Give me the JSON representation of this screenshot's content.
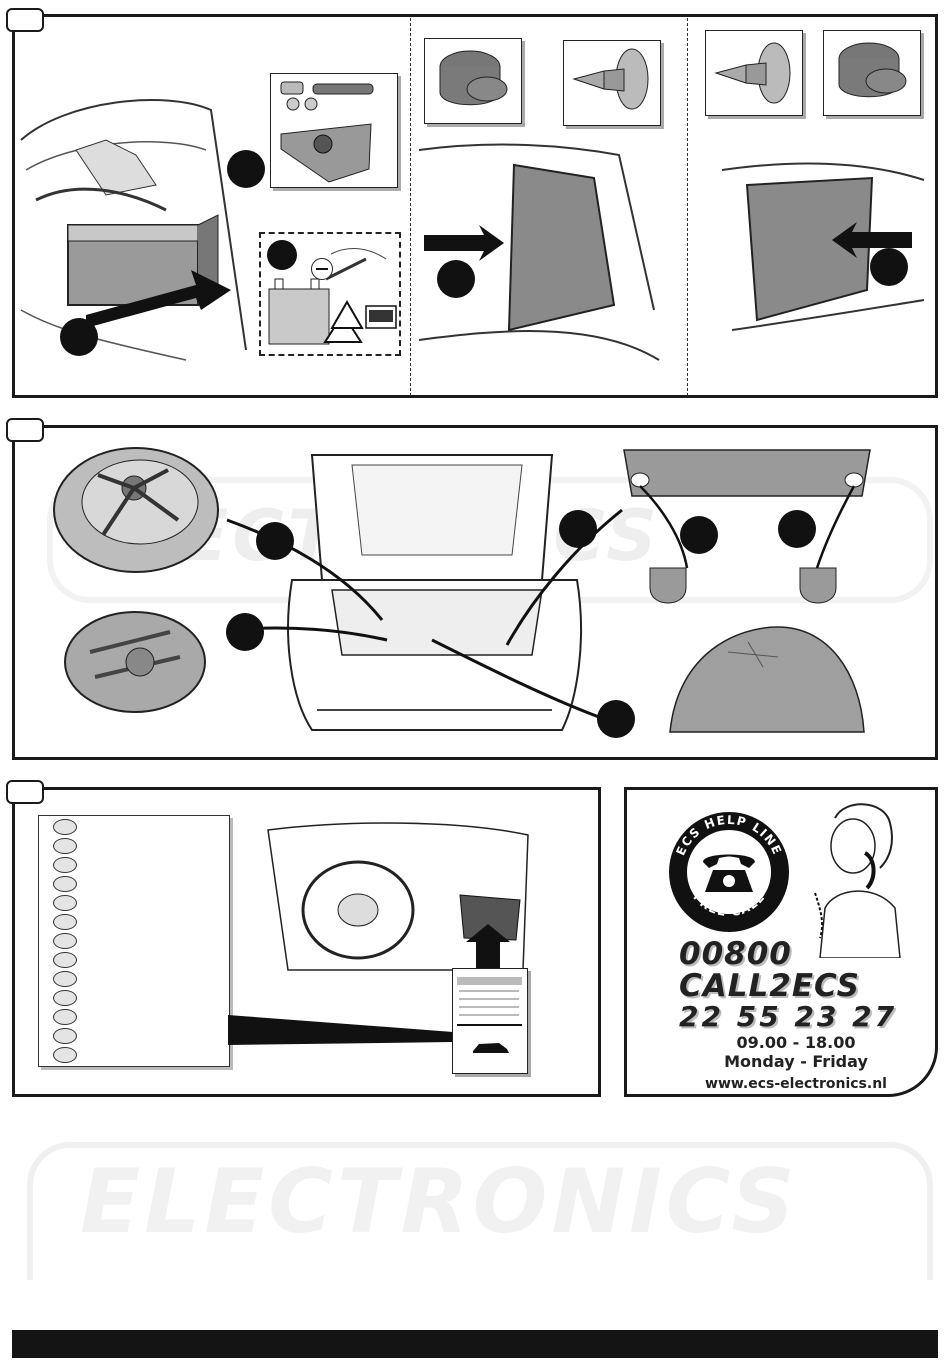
{
  "watermark": {
    "brand_word": "ELECTRONICS"
  },
  "helpline": {
    "ring_top": "ECS HELP LINE",
    "ring_bottom": "FREE CALL",
    "prefix": "00800",
    "call_word": "CALL2ECS",
    "number": "22 55 23 27",
    "hours": "09.00 - 18.00",
    "days": "Monday - Friday",
    "website": "www.ecs-electronics.nl"
  },
  "icons": {
    "phone": "telephone-icon",
    "warning": "warning-triangle-icon",
    "minus": "minus-sign-icon",
    "car": "car-icon"
  },
  "colors": {
    "ink": "#111111",
    "panel_border": "#1a1a1a",
    "part_grey": "#8a8a8a",
    "watermark": "#f1f1f1"
  }
}
